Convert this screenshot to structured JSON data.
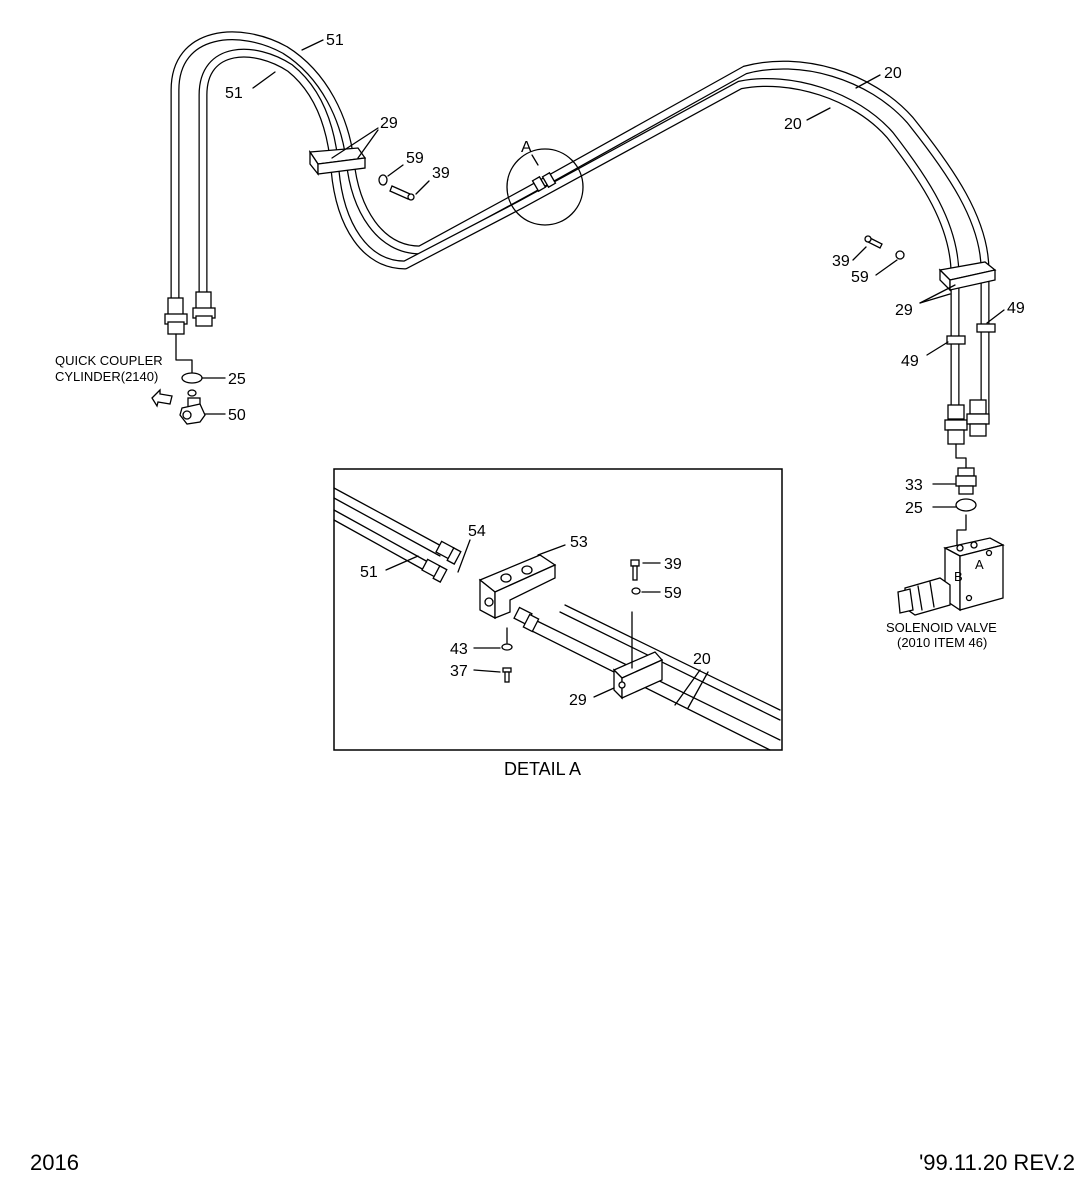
{
  "callouts": {
    "c51a": "51",
    "c51b": "51",
    "c29a": "29",
    "c59a": "59",
    "c39a": "39",
    "cA": "A",
    "c20a": "20",
    "c20b": "20",
    "c39b": "39",
    "c59b": "59",
    "c29b": "29",
    "c49a": "49",
    "c49b": "49",
    "c25a": "25",
    "c50": "50",
    "c33": "33",
    "c25b": "25",
    "d54": "54",
    "d53": "53",
    "d51": "51",
    "d39": "39",
    "d59": "59",
    "d43": "43",
    "d37": "37",
    "d20": "20",
    "d29": "29"
  },
  "notes": {
    "quick_coupler_1": "QUICK COUPLER",
    "quick_coupler_2": "CYLINDER(2140)",
    "solenoid_1": "SOLENOID VALVE",
    "solenoid_2": "(2010 ITEM 46)",
    "port_a": "A",
    "port_b": "B"
  },
  "detail_title": "DETAIL A",
  "footer": {
    "page_number": "2016",
    "revision": "'99.11.20 REV.2"
  }
}
